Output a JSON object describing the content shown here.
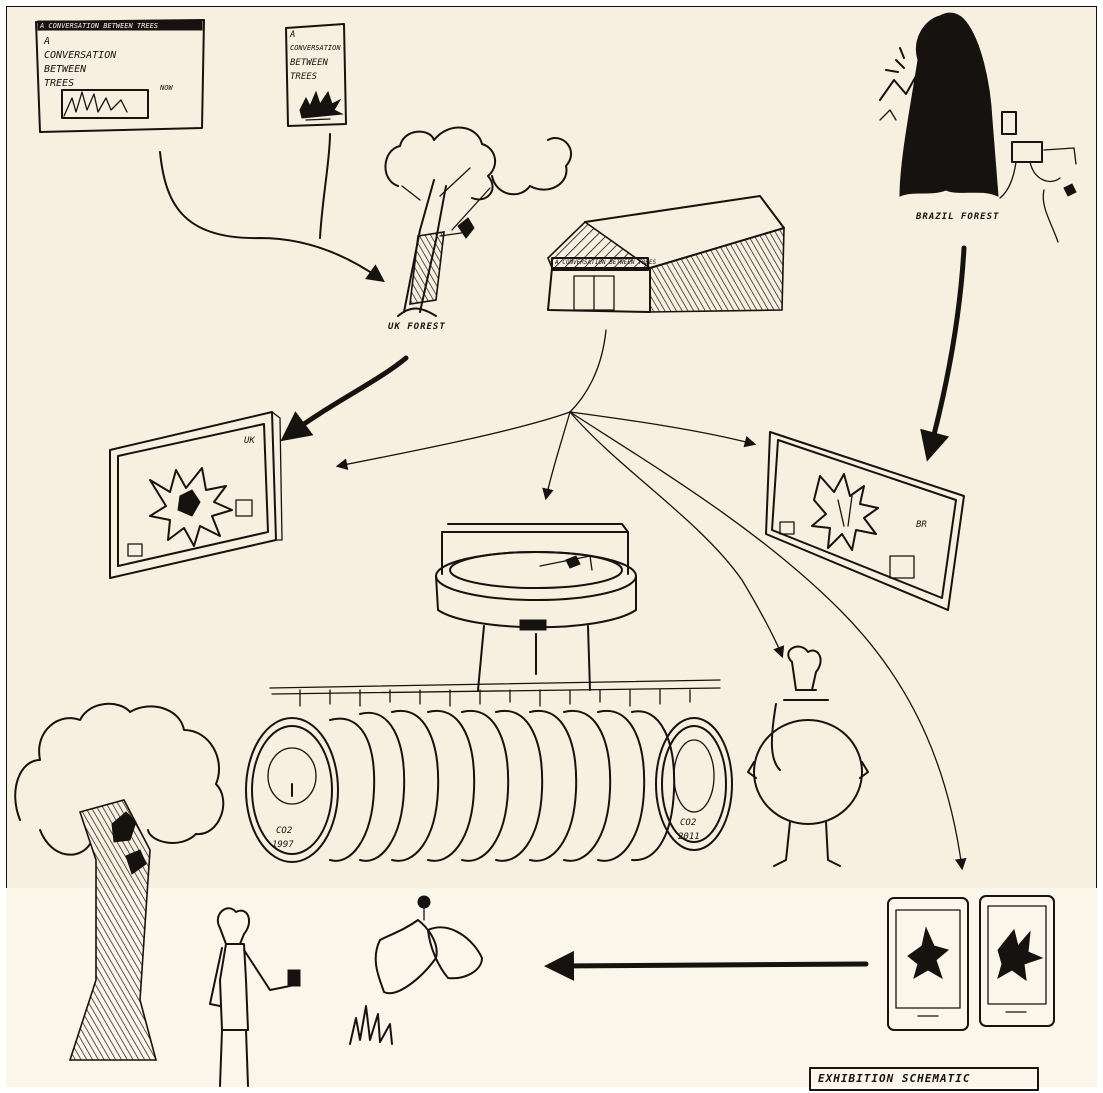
{
  "poster_large": {
    "header": "A CONVERSATION BETWEEN TREES",
    "lines": [
      "A",
      "CONVERSATION",
      "BETWEEN",
      "TREES",
      "NOW"
    ]
  },
  "poster_small": {
    "lines": [
      "A",
      "CONVERSATION",
      "BETWEEN",
      "TREES"
    ]
  },
  "building_sign": "A CONVERSATION BETWEEN TREES",
  "uk_forest_label": "UK FOREST",
  "brazil_forest_label": "BRAZIL FOREST",
  "screen_uk_tag": "UK",
  "screen_br_tag": "BR",
  "disc_first_label": [
    "CO2",
    "1997"
  ],
  "disc_last_label": [
    "CO2",
    "2011"
  ],
  "title_box": "EXHIBITION SCHEMATIC"
}
